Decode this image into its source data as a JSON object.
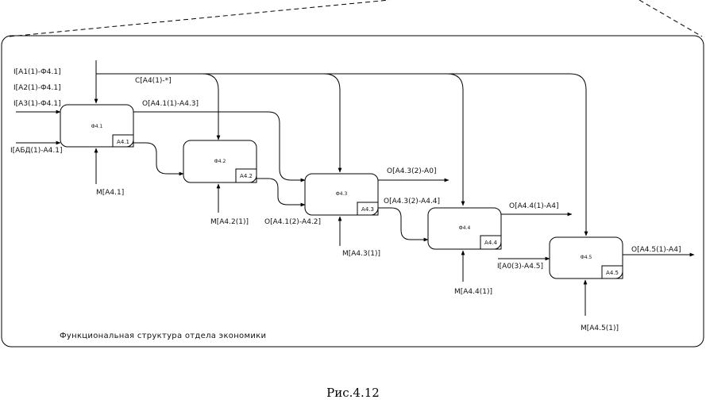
{
  "frame": {
    "title": "Функциональная структура отдела экономики"
  },
  "caption": "Рис.4.12",
  "boxes": [
    {
      "title": "Ф4.1",
      "id": "А4.1"
    },
    {
      "title": "Ф4.2",
      "id": "А4.2"
    },
    {
      "title": "Ф4.3",
      "id": "А4.3"
    },
    {
      "title": "Ф4.4",
      "id": "А4.4"
    },
    {
      "title": "Ф4.5",
      "id": "А4.5"
    }
  ],
  "inputs": {
    "i1": "I[А1(1)-Ф4.1]",
    "i2": "I[А2(1)-Ф4.1]",
    "i3": "I[А3(1)-Ф4.1]",
    "i4": "I[АБД(1)-А4.1]",
    "i5": "I[А0(3)-А4.5]"
  },
  "controls": {
    "c1": "C[А4(1)-*]"
  },
  "outputs": {
    "o1": "O[А4.1(1)-А4.3]",
    "o2": "O[А4.3(2)-А0]",
    "o3": "O[А4.3(2)-А4.4]",
    "o4": "O[А4.4(1)-А4]",
    "o5": "O[А4.5(1)-А4]",
    "o6": "O[А4.1(2)-А4.2]"
  },
  "mechanisms": {
    "m1": "M[А4.1]",
    "m2": "M[А4.2(1)]",
    "m3": "M[А4.3(1)]",
    "m4": "M[А4.4(1)]",
    "m5": "M[А4.5(1)]"
  }
}
